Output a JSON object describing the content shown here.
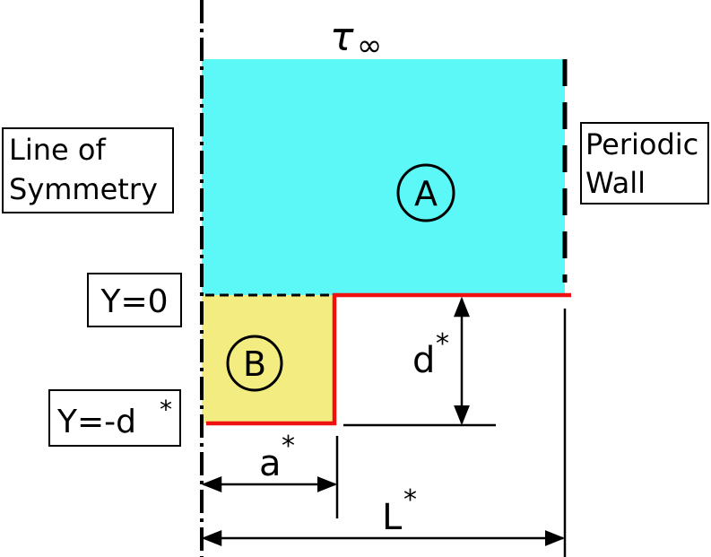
{
  "labels": {
    "tau": "τ",
    "tau_sub": "∞",
    "line_of_symmetry_line1": "Line of",
    "line_of_symmetry_line2": "Symmetry",
    "periodic_wall_line1": "Periodic",
    "periodic_wall_line2": "Wall",
    "region_a": "A",
    "region_b": "B",
    "y_zero": "Y=0",
    "y_minus_d": "Y=-d",
    "y_minus_d_sup": "*",
    "d_star": "d",
    "d_star_sup": "*",
    "a_star": "a",
    "a_star_sup": "*",
    "l_star": "L",
    "l_star_sup": "*"
  },
  "colors": {
    "region_a_fill": "#5cf8f8",
    "region_b_fill": "#f3ec80",
    "wall_line": "#ee1111",
    "ink": "#000000"
  }
}
